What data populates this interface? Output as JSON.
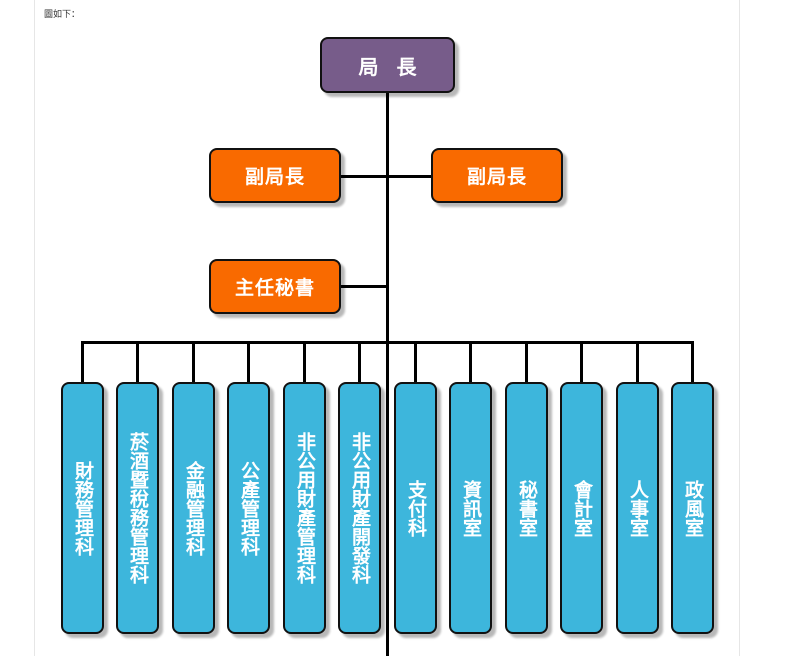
{
  "intro_text": "圖如下：",
  "colors": {
    "chief": "#775C8A",
    "deputy": "#F96A00",
    "unit": "#3DB6DC",
    "line": "#000000"
  },
  "org_chart": {
    "chief": "局長",
    "deputies": [
      "副局長",
      "副局長"
    ],
    "chief_secretary": "主任秘書",
    "units": [
      "財務管理科",
      "菸酒暨稅務管理科",
      "金融管理科",
      "公產管理科",
      "非公用財產管理科",
      "非公用財產開發科",
      "支付科",
      "資訊室",
      "秘書室",
      "會計室",
      "人事室",
      "政風室"
    ]
  }
}
